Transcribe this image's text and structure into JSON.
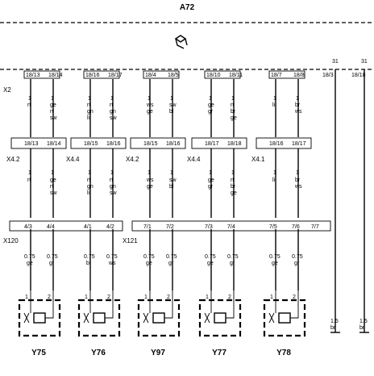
{
  "module_label": "A72",
  "left_ground_label": "X2",
  "ground_taps": [
    {
      "label": "31",
      "pin": "18/3",
      "size": "1.5",
      "color": "br"
    },
    {
      "label": "31",
      "pin": "18/18",
      "size": "1.5",
      "color": "br"
    }
  ],
  "channels": [
    {
      "valve": "Y75",
      "top_pins": [
        "18/13",
        "18/14"
      ],
      "top_colors": [
        [
          "rt"
        ],
        [
          "ge",
          "rt",
          "sw"
        ]
      ],
      "conn_mid": "X4.2",
      "mid_pins": [
        "18/13",
        "18/14"
      ],
      "mid_colors": [
        [
          "rt"
        ],
        [
          "ge",
          "rt",
          "sw"
        ]
      ],
      "conn_bot": "X120",
      "bot_pins": [
        "4/3",
        "4/4"
      ],
      "wire_size": [
        "0.75",
        "0.75"
      ],
      "wire_color": [
        "ge",
        "gr"
      ],
      "valve_pins": [
        "1",
        "2"
      ]
    },
    {
      "valve": "Y76",
      "top_pins": [
        "18/16",
        "18/17"
      ],
      "top_colors": [
        [
          "rt",
          "gn",
          "li"
        ],
        [
          "rt",
          "gn",
          "sw"
        ]
      ],
      "conn_mid": "X4.4",
      "mid_pins": [
        "18/15",
        "18/16"
      ],
      "mid_colors": [
        [
          "rt",
          "gn",
          "li"
        ],
        [
          "rt",
          "gn",
          "sw"
        ]
      ],
      "conn_bot": "",
      "bot_pins": [
        "4/1",
        "4/2"
      ],
      "wire_size": [
        "0.75",
        "0.75"
      ],
      "wire_color": [
        "bl",
        "ws"
      ],
      "valve_pins": [
        "1",
        "2"
      ]
    },
    {
      "valve": "Y97",
      "top_pins": [
        "18/4",
        "18/5"
      ],
      "top_colors": [
        [
          "ws",
          "ge"
        ],
        [
          "sw",
          "bl"
        ]
      ],
      "conn_mid": "X4.2",
      "mid_pins": [
        "18/15",
        "18/16"
      ],
      "mid_colors": [
        [
          "ws",
          "ge"
        ],
        [
          "sw",
          "bl"
        ]
      ],
      "conn_bot": "X121",
      "bot_pins": [
        "7/1",
        "7/2"
      ],
      "wire_size": [
        "0.75",
        "0.75"
      ],
      "wire_color": [
        "ge",
        "gr"
      ],
      "valve_pins": [
        "1",
        "2"
      ]
    },
    {
      "valve": "Y77",
      "top_pins": [
        "18/10",
        "18/11"
      ],
      "top_colors": [
        [
          "ge",
          "gr"
        ],
        [
          "rt",
          "br",
          "ge"
        ]
      ],
      "conn_mid": "X4.4",
      "mid_pins": [
        "18/17",
        "18/18"
      ],
      "mid_colors": [
        [
          "ge",
          "gr"
        ],
        [
          "rt",
          "br",
          "ge"
        ]
      ],
      "conn_bot": "",
      "bot_pins": [
        "7/3",
        "7/4"
      ],
      "wire_size": [
        "0.75",
        "0.75"
      ],
      "wire_color": [
        "ge",
        "gr"
      ],
      "valve_pins": [
        "1",
        "2"
      ]
    },
    {
      "valve": "Y78",
      "top_pins": [
        "18/7",
        "18/8"
      ],
      "top_colors": [
        [
          "li"
        ],
        [
          "br",
          "ws"
        ]
      ],
      "conn_mid": "X4.1",
      "mid_pins": [
        "18/16",
        "18/17"
      ],
      "mid_colors": [
        [
          "li"
        ],
        [
          "br",
          "ws"
        ]
      ],
      "conn_bot": "",
      "bot_pins": [
        "7/5",
        "7/6"
      ],
      "wire_size": [
        "0.75",
        "0.75"
      ],
      "wire_color": [
        "ge",
        "gr"
      ],
      "valve_pins": [
        "1",
        "2"
      ]
    }
  ],
  "extra_pin": "7/7"
}
